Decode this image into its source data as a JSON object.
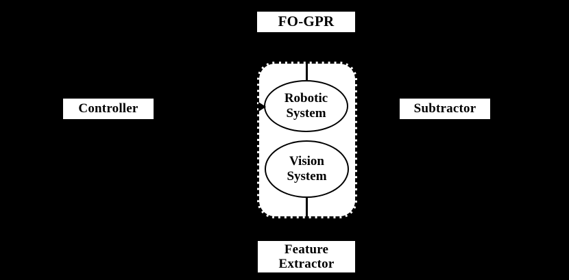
{
  "diagram": {
    "title": "FO-GPR robotic vision control block diagram",
    "background_color": "#000000",
    "block_fill_color": "#ffffff",
    "stroke_color": "#000000",
    "blocks": [
      {
        "id": "fogpr",
        "label": "FO-GPR",
        "shape": "rect"
      },
      {
        "id": "controller",
        "label": "Controller",
        "shape": "rect"
      },
      {
        "id": "subtractor",
        "label": "Subtractor",
        "shape": "rect"
      },
      {
        "id": "feature_extractor",
        "label_line1": "Feature",
        "label_line2": "Extractor",
        "shape": "rect"
      },
      {
        "id": "robotic_system",
        "label_line1": "Robotic",
        "label_line2": "System",
        "shape": "ellipse"
      },
      {
        "id": "vision_system",
        "label_line1": "Vision",
        "label_line2": "System",
        "shape": "ellipse"
      }
    ],
    "group": {
      "id": "fogpr_group",
      "style": "dashed-rounded",
      "contains": [
        "robotic_system",
        "vision_system"
      ]
    },
    "connectors": [
      {
        "id": "fogpr-to-robotic",
        "from": "fogpr",
        "to": "robotic_system",
        "type": "line"
      },
      {
        "id": "controller-to-robotic",
        "from": "controller",
        "to": "robotic_system",
        "type": "arrow"
      },
      {
        "id": "vision-to-extractor",
        "from": "vision_system",
        "to": "feature_extractor",
        "type": "line"
      }
    ]
  }
}
